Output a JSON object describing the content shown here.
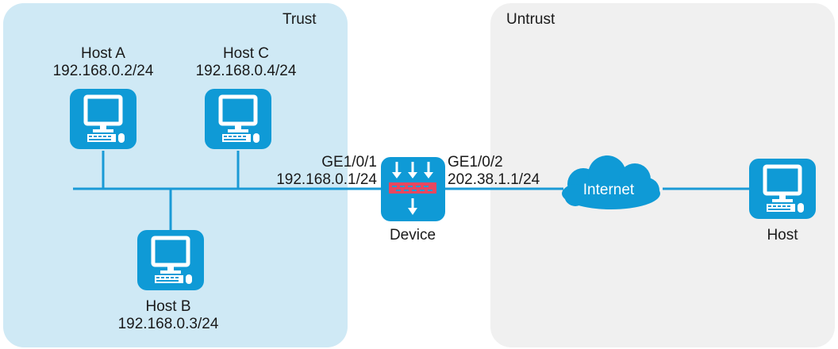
{
  "zones": {
    "trust": {
      "label": "Trust",
      "color": "#cfe9f5"
    },
    "untrust": {
      "label": "Untrust",
      "color": "#f0f0f0"
    }
  },
  "hosts": [
    {
      "name": "Host A",
      "ip": "192.168.0.2/24"
    },
    {
      "name": "Host C",
      "ip": "192.168.0.4/24"
    },
    {
      "name": "Host B",
      "ip": "192.168.0.3/24"
    }
  ],
  "device": {
    "label": "Device",
    "left_if": {
      "name": "GE1/0/1",
      "ip": "192.168.0.1/24"
    },
    "right_if": {
      "name": "GE1/0/2",
      "ip": "202.38.1.1/24"
    }
  },
  "internet": {
    "label": "Internet"
  },
  "remote_host": {
    "label": "Host"
  },
  "colors": {
    "icon_blue": "#0f9ad6",
    "link": "#1a9ad6",
    "firewall_red": "#e8475f"
  }
}
